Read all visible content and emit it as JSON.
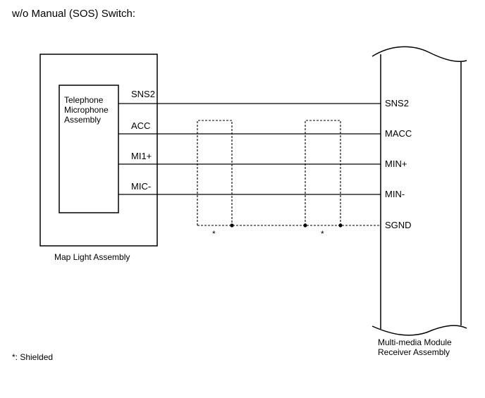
{
  "title": "w/o Manual (SOS) Switch:",
  "map_light": {
    "label": "Map Light Assembly",
    "inner_label_lines": [
      "Telephone",
      "Microphone",
      "Assembly"
    ]
  },
  "receiver": {
    "label_lines": [
      "Multi-media Module",
      "Receiver Assembly"
    ]
  },
  "wires": [
    {
      "left": "SNS2",
      "right": "SNS2"
    },
    {
      "left": "ACC",
      "right": "MACC"
    },
    {
      "left": "MI1+",
      "right": "MIN+"
    },
    {
      "left": "MIC-",
      "right": "MIN-"
    }
  ],
  "ground_label": "SGND",
  "shield_marks": [
    "*",
    "*"
  ],
  "footnote": "*: Shielded"
}
